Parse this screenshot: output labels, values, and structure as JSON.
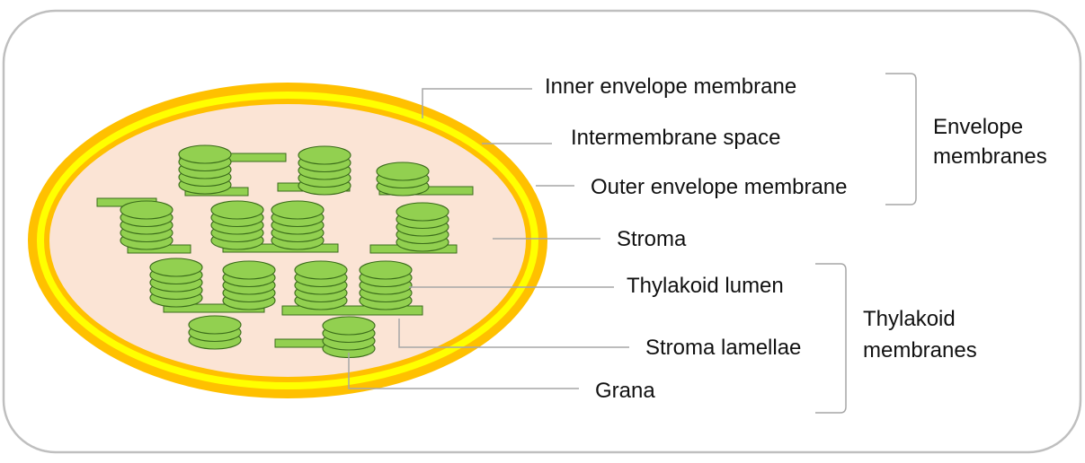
{
  "labels": {
    "inner_envelope_membrane": "Inner envelope membrane",
    "intermembrane_space": "Intermembrane space",
    "outer_envelope_membrane": "Outer envelope membrane",
    "stroma": "Stroma",
    "thylakoid_lumen": "Thylakoid lumen",
    "stroma_lamellae": "Stroma lamellae",
    "grana": "Grana"
  },
  "groups": {
    "envelope_line1": "Envelope",
    "envelope_line2": "membranes",
    "thylakoid_line1": "Thylakoid",
    "thylakoid_line2": "membranes"
  },
  "colors": {
    "outer_membrane": "#FFC000",
    "inner_membrane": "#FFFF00",
    "stroma": "#FBE4D5",
    "thylakoid_fill": "#92D050",
    "thylakoid_stroke": "#3A6B1A",
    "leader_line": "#A6A6A6",
    "frame": "#BFBFBF"
  }
}
